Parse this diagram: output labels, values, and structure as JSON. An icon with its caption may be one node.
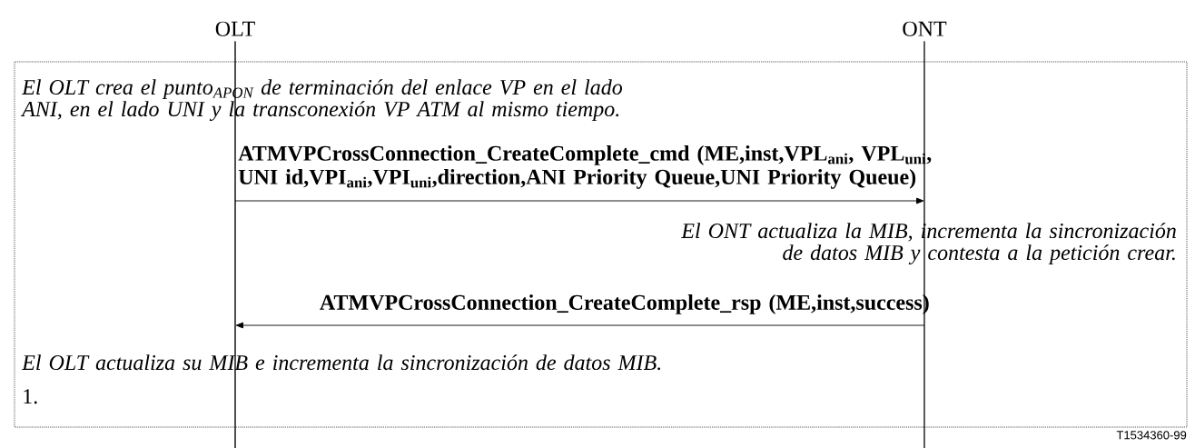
{
  "diagram": {
    "nodes": [
      {
        "text": [
          "OLT"
        ]
      },
      {
        "text": [
          "ONT"
        ]
      }
    ],
    "edges": [
      {
        "from": 0,
        "to": 1,
        "arrow": "to",
        "label": "ATMVPCrossConnection_CreateComplete_cmd (ME,inst,VPL$_{ani}$, VPL$_{uni}$, UNI id,VPI$_{ani}$,VPI$_{uni}$,direction,ANI Priority Queue,UNI Priority Queue)"
      },
      {
        "from": 1,
        "to": 0,
        "arrow": "to",
        "label": "ATMVPCrossConnection_CreateComplete_rsp (ME,inst,success)"
      }
    ],
    "labels": [
      "El OLT crea el punto$_{APON}$ de terminación del enlace VP en el lado ANI, en el lado UNI y la transconexión VP ATM al mismo tiempo.",
      "El ONT actualiza la MIB, incrementa la sincronización de datos MIB y contesta a la petición crear.",
      "El OLT actualiza su MIB e incrementa la sincronización de datos MIB.",
      "1.",
      "T1534360-99"
    ]
  }
}
